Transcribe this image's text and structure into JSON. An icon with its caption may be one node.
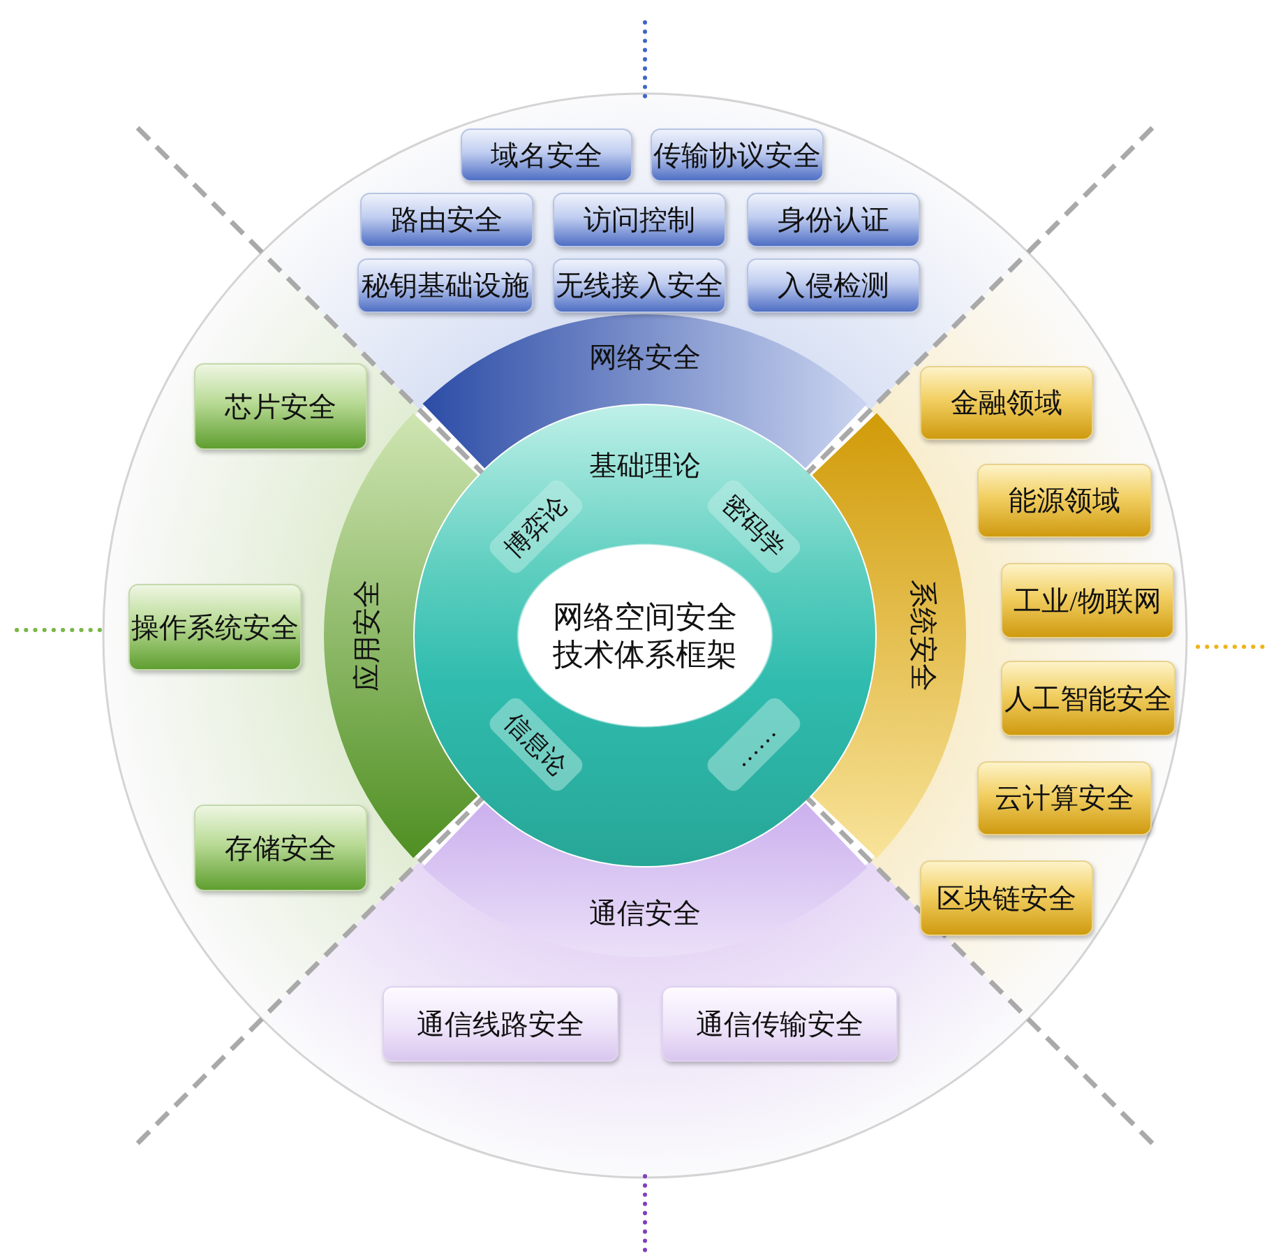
{
  "diagram": {
    "nodes": [
      {
        "text": [
          "基础理论"
        ]
      },
      {
        "text": [
          "网络空间安全技术体系框架"
        ],
        "in": 0
      },
      {
        "text": [
          "博弈论"
        ],
        "in": 0
      },
      {
        "text": [
          "密码学"
        ],
        "in": 0
      },
      {
        "text": [
          "信息论"
        ],
        "in": 0
      },
      {
        "text": [
          "……"
        ],
        "in": 0
      },
      {
        "text": [
          "网络安全"
        ]
      },
      {
        "text": [
          "应用安全"
        ]
      },
      {
        "text": [
          "系统安全"
        ]
      },
      {
        "text": [
          "通信安全"
        ]
      },
      {
        "text": [
          "域名安全"
        ]
      },
      {
        "text": [
          "传输协议安全"
        ]
      },
      {
        "text": [
          "路由安全"
        ]
      },
      {
        "text": [
          "访问控制"
        ]
      },
      {
        "text": [
          "身份认证"
        ]
      },
      {
        "text": [
          "秘钥基础设施"
        ]
      },
      {
        "text": [
          "无线接入安全"
        ]
      },
      {
        "text": [
          "入侵检测"
        ]
      },
      {
        "text": [
          "芯片安全"
        ]
      },
      {
        "text": [
          "操作系统安全"
        ]
      },
      {
        "text": [
          "存储安全"
        ]
      },
      {
        "text": [
          "金融领域"
        ]
      },
      {
        "text": [
          "能源领域"
        ]
      },
      {
        "text": [
          "工业/物联网"
        ]
      },
      {
        "text": [
          "人工智能安全"
        ]
      },
      {
        "text": [
          "云计算安全"
        ]
      },
      {
        "text": [
          "区块链安全"
        ]
      },
      {
        "text": [
          "通信线路安全"
        ]
      },
      {
        "text": [
          "通信传输安全"
        ]
      }
    ]
  }
}
